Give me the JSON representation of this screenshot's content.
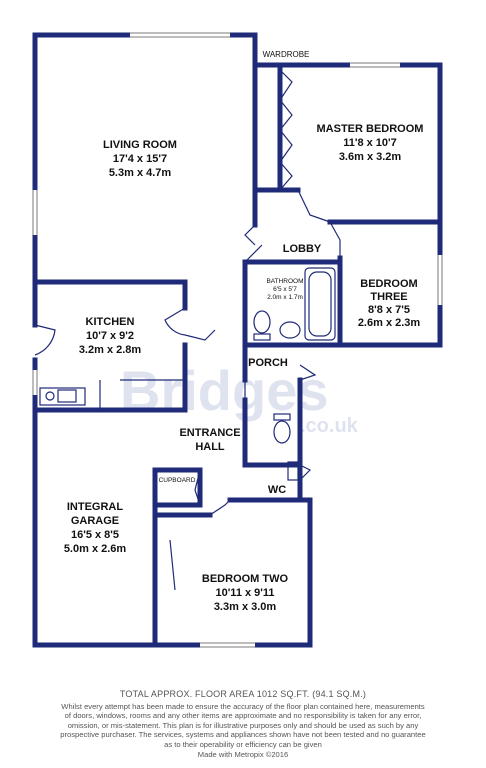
{
  "watermark": {
    "brand": "Bridges",
    "domain": ".co.uk"
  },
  "rooms": {
    "living_room": {
      "name": "LIVING ROOM",
      "imperial": "17'4 x 15'7",
      "metric": "5.3m x 4.7m"
    },
    "master_bedroom": {
      "name": "MASTER BEDROOM",
      "imperial": "11'8 x 10'7",
      "metric": "3.6m x 3.2m"
    },
    "wardrobe": {
      "name": "WARDROBE"
    },
    "lobby": {
      "name": "LOBBY"
    },
    "bathroom": {
      "name": "BATHROOM",
      "imperial": "6'5 x 5'7",
      "metric": "2.0m x 1.7m"
    },
    "bedroom_three": {
      "name_line1": "BEDROOM",
      "name_line2": "THREE",
      "imperial": "8'8 x 7'5",
      "metric": "2.6m x 2.3m"
    },
    "kitchen": {
      "name": "KITCHEN",
      "imperial": "10'7 x 9'2",
      "metric": "3.2m x 2.8m"
    },
    "porch": {
      "name": "PORCH"
    },
    "entrance_hall": {
      "name_line1": "ENTRANCE",
      "name_line2": "HALL"
    },
    "cupboard": {
      "name": "CUPBOARD"
    },
    "wc": {
      "name": "WC"
    },
    "garage": {
      "name_line1": "INTEGRAL",
      "name_line2": "GARAGE",
      "imperial": "16'5 x 8'5",
      "metric": "5.0m x 2.6m"
    },
    "bedroom_two": {
      "name": "BEDROOM TWO",
      "imperial": "10'11 x 9'11",
      "metric": "3.3m x 3.0m"
    }
  },
  "footer": {
    "total_area": "TOTAL APPROX. FLOOR AREA 1012 SQ.FT. (94.1 SQ.M.)",
    "disclaimer_1": "Whilst every attempt has been made to ensure the accuracy of the floor plan contained here, measurements",
    "disclaimer_2": "of doors, windows, rooms and any other items are approximate and no responsibility is taken for any error,",
    "disclaimer_3": "omission, or mis-statement. This plan is for illustrative purposes only and should be used as such by any",
    "disclaimer_4": "prospective purchaser. The services, systems and appliances shown have not been tested and no guarantee",
    "disclaimer_5": "as to their operability or efficiency can be given",
    "made_with": "Made with Metropix ©2016"
  },
  "colors": {
    "wall": "#1f2a78",
    "watermark": "#dfe3ef",
    "footer_text": "#555555"
  }
}
